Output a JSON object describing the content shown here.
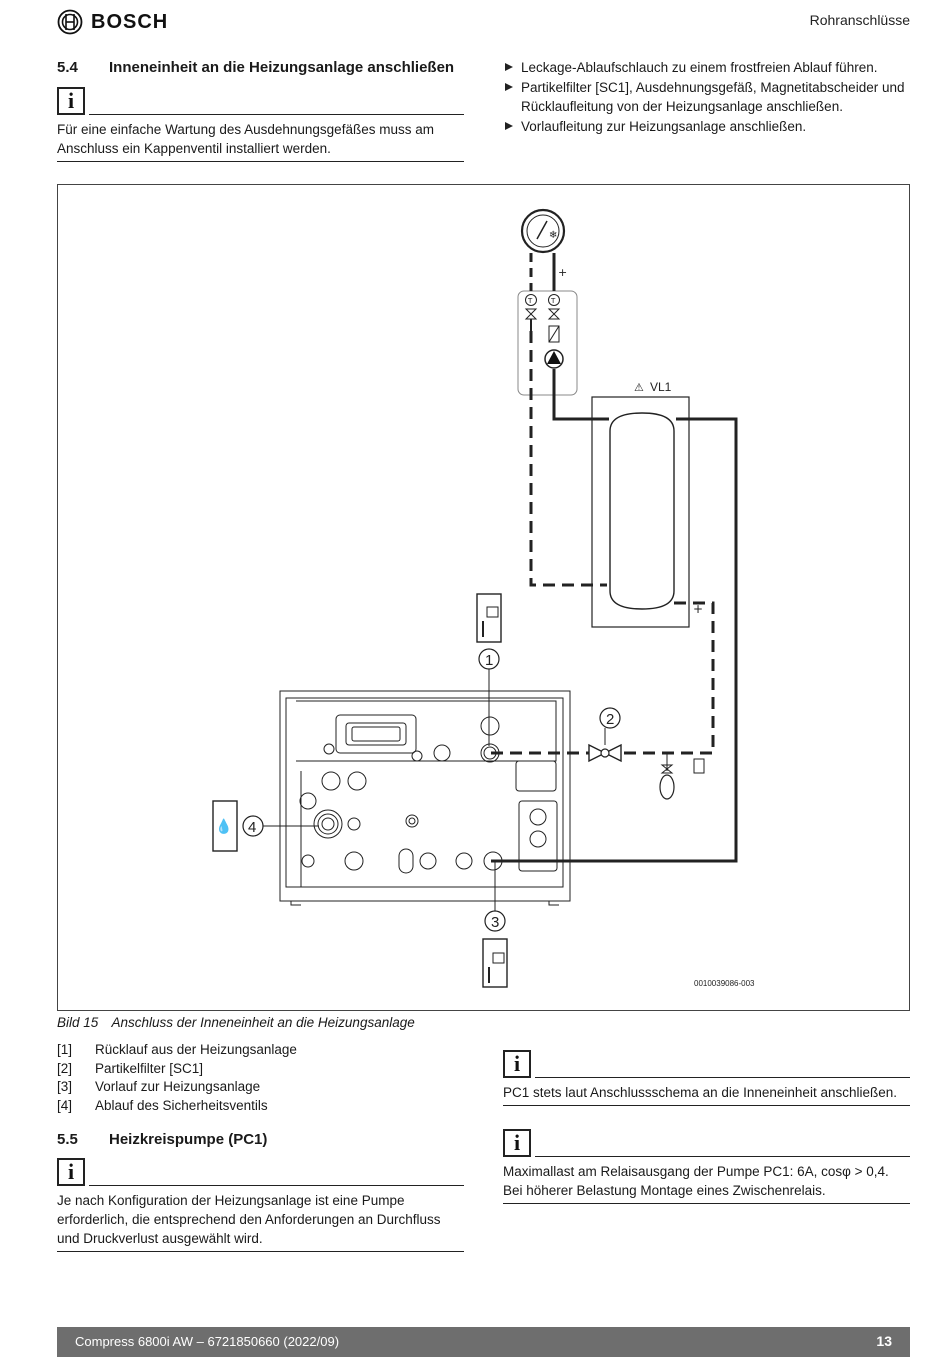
{
  "header": {
    "brand": "BOSCH",
    "section": "Rohranschlüsse"
  },
  "section_5_4": {
    "number": "5.4",
    "title": "Inneneinheit an die Heizungsanlage anschließen",
    "notice": "Für eine einfache Wartung des Ausdehnungsgefäßes muss am Anschluss ein Kappenventil installiert werden.",
    "bullets": [
      "Leckage-Ablaufschlauch zu einem frostfreien Ablauf führen.",
      "Partikelfilter [SC1], Ausdehnungsgefäß, Magnetitabscheider und Rücklaufleitung von der Heizungsanlage anschließen.",
      "Vorlaufleitung zur Heizungsanlage anschließen."
    ]
  },
  "figure": {
    "code": "0010039086-003",
    "vl_label": "VL1",
    "plus_label": "+",
    "t_label": "T",
    "markers": [
      "1",
      "2",
      "3",
      "4"
    ],
    "caption_number": "Bild 15",
    "caption_text": "Anschluss der Inneneinheit an die Heizungsanlage"
  },
  "legend": [
    {
      "key": "[1]",
      "text": "Rücklauf aus der Heizungsanlage"
    },
    {
      "key": "[2]",
      "text": "Partikelfilter [SC1]"
    },
    {
      "key": "[3]",
      "text": "Vorlauf zur Heizungsanlage"
    },
    {
      "key": "[4]",
      "text": "Ablauf des Sicherheitsventils"
    }
  ],
  "section_5_5": {
    "number": "5.5",
    "title": "Heizkreispumpe (PC1)",
    "notice": "Je nach Konfiguration der Heizungsanlage ist eine Pumpe erforderlich, die entsprechend den Anforderungen an Durchfluss und Druckverlust ausgewählt wird."
  },
  "right_notices": [
    "PC1 stets laut Anschlussschema an die Inneneinheit anschließen.",
    "Maximallast am Relaisausgang der Pumpe PC1: 6A, cosφ  > 0,4. Bei höherer Belastung Montage eines Zwischenrelais."
  ],
  "info_icon_letter": "i",
  "footer": {
    "text": "Compress 6800i AW – 6721850660 (2022/09)",
    "page": "13"
  }
}
